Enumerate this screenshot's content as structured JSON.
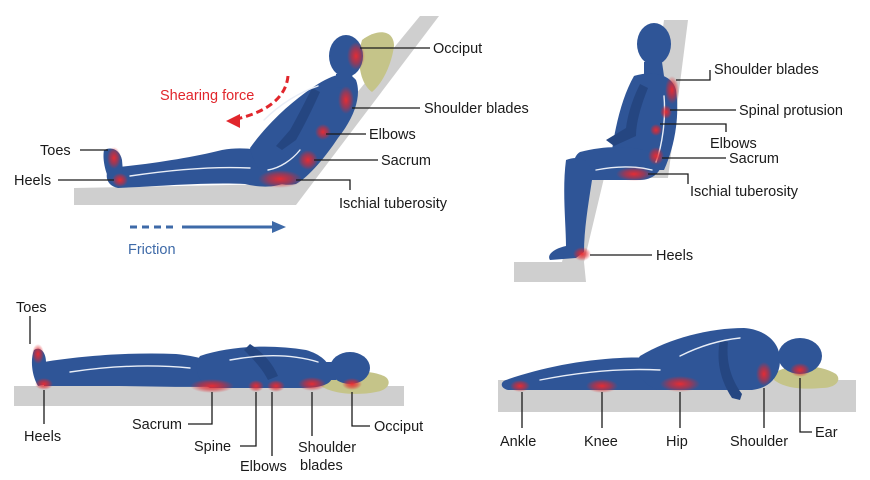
{
  "colors": {
    "body": "#2f5597",
    "support": "#cfcfcf",
    "pillow": "#c5c489",
    "pressure_point": "#e1262c",
    "shearing_force": "#e1262c",
    "friction": "#3e6aa8",
    "text": "#1a1a1a"
  },
  "reclining": {
    "labels": {
      "occiput": "Occiput",
      "shoulder_blades": "Shoulder blades",
      "elbows": "Elbows",
      "sacrum": "Sacrum",
      "ischial_tuberosity": "Ischial tuberosity",
      "toes": "Toes",
      "heels": "Heels"
    },
    "shearing_force": "Shearing force",
    "friction": "Friction"
  },
  "sitting": {
    "labels": {
      "shoulder_blades": "Shoulder blades",
      "spinal_protusion": "Spinal protusion",
      "elbows": "Elbows",
      "sacrum": "Sacrum",
      "ischial_tuberosity": "Ischial tuberosity",
      "heels": "Heels"
    }
  },
  "supine": {
    "labels": {
      "toes": "Toes",
      "heels": "Heels",
      "sacrum": "Sacrum",
      "spine": "Spine",
      "elbows": "Elbows",
      "shoulder_blades_line1": "Shoulder",
      "shoulder_blades_line2": "blades",
      "occiput": "Occiput"
    }
  },
  "side_lying": {
    "labels": {
      "ankle": "Ankle",
      "knee": "Knee",
      "hip": "Hip",
      "shoulder": "Shoulder",
      "ear": "Ear"
    }
  }
}
